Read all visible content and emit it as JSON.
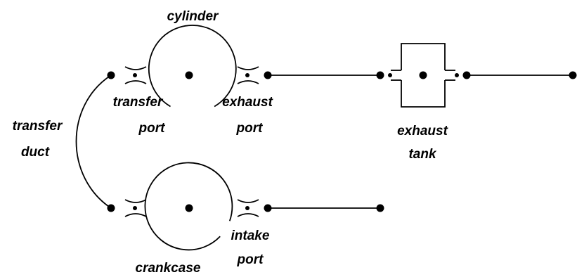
{
  "labels": {
    "cylinder": "cylinder",
    "transfer_port_1": "transfer",
    "transfer_port_2": "port",
    "exhaust_port_1": "exhaust",
    "exhaust_port_2": "port",
    "transfer_duct_1": "transfer",
    "transfer_duct_2": "duct",
    "exhaust_tank_1": "exhaust",
    "exhaust_tank_2": "tank",
    "intake_port_1": "intake",
    "intake_port_2": "port",
    "crankcase": "crankcase"
  },
  "colors": {
    "ink": "#000000",
    "background": "#ffffff"
  }
}
